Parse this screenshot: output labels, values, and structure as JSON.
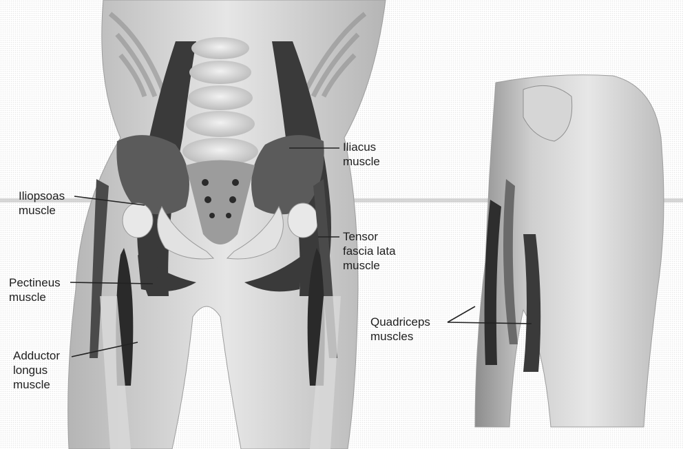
{
  "labels": {
    "iliacus": [
      "Iliacus",
      "muscle"
    ],
    "iliopsoas": [
      "Iliopsoas",
      "muscle"
    ],
    "tensor": [
      "Tensor",
      "fascia lata",
      "muscle"
    ],
    "pectineus": [
      "Pectineus",
      "muscle"
    ],
    "adductor": [
      "Adductor",
      "longus",
      "muscle"
    ],
    "quadriceps": [
      "Quadriceps",
      "muscles"
    ]
  },
  "colors": {
    "background": "#ffffff",
    "skin_light": "#e9e9e9",
    "skin_mid": "#c8c8c8",
    "bone": "#d9d9d9",
    "muscle_dark": "#2a2a2a",
    "muscle_mid": "#555555",
    "leader_line": "#222222",
    "text": "#1e1e1e"
  }
}
